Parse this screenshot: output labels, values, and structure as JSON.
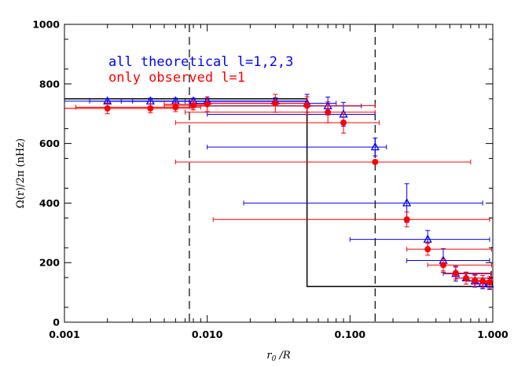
{
  "chart_data": {
    "type": "scatter",
    "xscale": "log",
    "xlim": [
      0.001,
      1.0
    ],
    "ylim": [
      0,
      1000
    ],
    "xlabel_main": "r",
    "xlabel_sub": "0",
    "xlabel_rest": " /R",
    "ylabel": "Ω(r)/2π (nHz)",
    "x_ticks": [
      {
        "value": 0.001,
        "label": "0.001"
      },
      {
        "value": 0.01,
        "label": "0.010"
      },
      {
        "value": 0.1,
        "label": "0.100"
      },
      {
        "value": 1.0,
        "label": "1.000"
      }
    ],
    "y_ticks": [
      {
        "value": 0,
        "label": "0"
      },
      {
        "value": 200,
        "label": "200"
      },
      {
        "value": 400,
        "label": "400"
      },
      {
        "value": 600,
        "label": "600"
      },
      {
        "value": 800,
        "label": "800"
      },
      {
        "value": 1000,
        "label": "1000"
      }
    ],
    "legend": [
      {
        "label": "all theoretical l=1,2,3",
        "color": "#0000ff",
        "position": "top-left"
      },
      {
        "label": "only observed l=1",
        "color": "#ff0000",
        "position": "top-left"
      }
    ],
    "vertical_dashed_lines": [
      0.0075,
      0.15
    ],
    "reference_profile": {
      "color": "#000000",
      "points": [
        [
          0.001,
          750
        ],
        [
          0.05,
          750
        ],
        [
          0.05,
          120
        ],
        [
          1.0,
          120
        ]
      ]
    },
    "series": [
      {
        "name": "all theoretical l=1,2,3",
        "marker": "triangle",
        "color": "#0000ff",
        "points": [
          {
            "x": 0.002,
            "y": 742,
            "xerr": [
              0.001,
              0.05
            ],
            "yerr": 8
          },
          {
            "x": 0.004,
            "y": 742,
            "xerr": [
              0.0015,
              0.05
            ],
            "yerr": 10
          },
          {
            "x": 0.006,
            "y": 742,
            "xerr": [
              0.002,
              0.05
            ],
            "yerr": 10
          },
          {
            "x": 0.008,
            "y": 742,
            "xerr": [
              0.0025,
              0.05
            ],
            "yerr": 10
          },
          {
            "x": 0.01,
            "y": 742,
            "xerr": [
              0.003,
              0.05
            ],
            "yerr": 10
          },
          {
            "x": 0.03,
            "y": 742,
            "xerr": [
              0.007,
              0.05
            ],
            "yerr": 12
          },
          {
            "x": 0.05,
            "y": 735,
            "xerr": [
              0.0075,
              0.08
            ],
            "yerr": 30
          },
          {
            "x": 0.07,
            "y": 726,
            "xerr": [
              0.0075,
              0.12
            ],
            "yerr": 30
          },
          {
            "x": 0.09,
            "y": 698,
            "xerr": [
              0.01,
              0.15
            ],
            "yerr": 40
          },
          {
            "x": 0.15,
            "y": 588,
            "xerr": [
              0.01,
              0.18
            ],
            "yerr": 30
          },
          {
            "x": 0.25,
            "y": 400,
            "xerr": [
              0.018,
              0.85
            ],
            "yerr": 65
          },
          {
            "x": 0.35,
            "y": 278,
            "xerr": [
              0.1,
              0.95
            ],
            "yerr": 30
          },
          {
            "x": 0.45,
            "y": 207,
            "xerr": [
              0.25,
              0.95
            ],
            "yerr": 40
          },
          {
            "x": 0.55,
            "y": 163,
            "xerr": [
              0.45,
              0.97
            ],
            "yerr": 25
          },
          {
            "x": 0.65,
            "y": 148,
            "xerr": [
              0.55,
              1.0
            ],
            "yerr": 20
          },
          {
            "x": 0.75,
            "y": 138,
            "xerr": [
              0.65,
              1.0
            ],
            "yerr": 20
          },
          {
            "x": 0.85,
            "y": 130,
            "xerr": [
              0.75,
              1.0
            ],
            "yerr": 18
          },
          {
            "x": 0.95,
            "y": 128,
            "xerr": [
              0.85,
              1.0
            ],
            "yerr": 18
          }
        ]
      },
      {
        "name": "only observed l=1",
        "marker": "circle",
        "color": "#ff0000",
        "points": [
          {
            "x": 0.002,
            "y": 718,
            "xerr": [
              0.001,
              0.006
            ],
            "yerr": 18
          },
          {
            "x": 0.004,
            "y": 718,
            "xerr": [
              0.001,
              0.008
            ],
            "yerr": 15
          },
          {
            "x": 0.006,
            "y": 722,
            "xerr": [
              0.0012,
              0.009
            ],
            "yerr": 15
          },
          {
            "x": 0.008,
            "y": 728,
            "xerr": [
              0.005,
              0.01
            ],
            "yerr": 15
          },
          {
            "x": 0.01,
            "y": 732,
            "xerr": [
              0.005,
              0.01
            ],
            "yerr": 25
          },
          {
            "x": 0.03,
            "y": 735,
            "xerr": [
              0.01,
              0.05
            ],
            "yerr": 30
          },
          {
            "x": 0.05,
            "y": 727,
            "xerr": [
              0.008,
              0.15
            ],
            "yerr": 30
          },
          {
            "x": 0.07,
            "y": 705,
            "xerr": [
              0.007,
              0.15
            ],
            "yerr": 35
          },
          {
            "x": 0.09,
            "y": 670,
            "xerr": [
              0.006,
              0.16
            ],
            "yerr": 35
          },
          {
            "x": 0.15,
            "y": 538,
            "xerr": [
              0.006,
              0.7
            ],
            "yerr": 0
          },
          {
            "x": 0.25,
            "y": 345,
            "xerr": [
              0.011,
              0.95
            ],
            "yerr": 25
          },
          {
            "x": 0.35,
            "y": 245,
            "xerr": [
              0.25,
              0.98
            ],
            "yerr": 20
          },
          {
            "x": 0.45,
            "y": 192,
            "xerr": [
              0.35,
              0.98
            ],
            "yerr": 20
          },
          {
            "x": 0.55,
            "y": 165,
            "xerr": [
              0.45,
              0.98
            ],
            "yerr": 20
          },
          {
            "x": 0.65,
            "y": 148,
            "xerr": [
              0.55,
              0.98
            ],
            "yerr": 20
          },
          {
            "x": 0.75,
            "y": 140,
            "xerr": [
              0.65,
              0.98
            ],
            "yerr": 20
          },
          {
            "x": 0.85,
            "y": 137,
            "xerr": [
              0.75,
              0.98
            ],
            "yerr": 20
          },
          {
            "x": 0.95,
            "y": 134,
            "xerr": [
              0.85,
              0.98
            ],
            "yerr": 20
          }
        ]
      }
    ]
  }
}
